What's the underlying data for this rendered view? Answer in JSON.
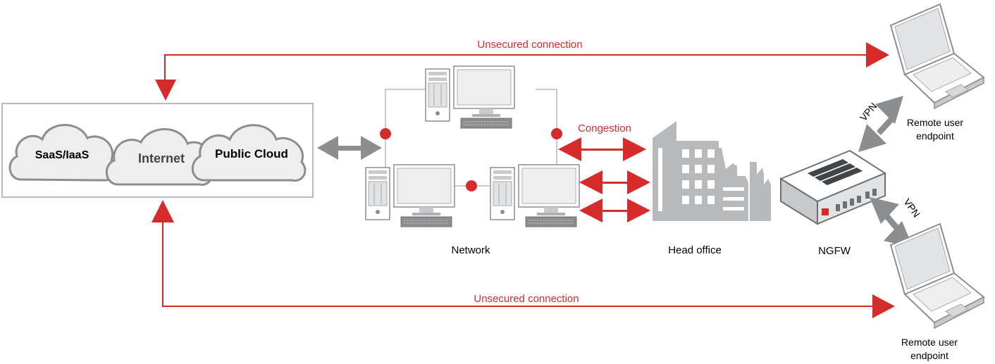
{
  "clouds": {
    "saas": "SaaS/IaaS",
    "internet": "Internet",
    "public_cloud": "Public Cloud"
  },
  "connections": {
    "top": "Unsecured connection",
    "bottom": "Unsecured connection",
    "congestion": "Congestion",
    "vpn_top": "VPN",
    "vpn_bottom": "VPN"
  },
  "labels": {
    "network": "Network",
    "head_office": "Head office",
    "ngfw": "NGFW",
    "remote_top_line1": "Remote user",
    "remote_top_line2": "endpoint",
    "remote_bottom_line1": "Remote user",
    "remote_bottom_line2": "endpoint"
  },
  "colors": {
    "alert_red": "#d52b2b",
    "gray": "#8c8d8f",
    "light_gray": "#c8c9cb",
    "dark_gray": "#414549"
  },
  "icons": [
    "cloud-icon",
    "desktop-computer-icon",
    "building-icon",
    "firewall-appliance-icon",
    "laptop-icon"
  ]
}
